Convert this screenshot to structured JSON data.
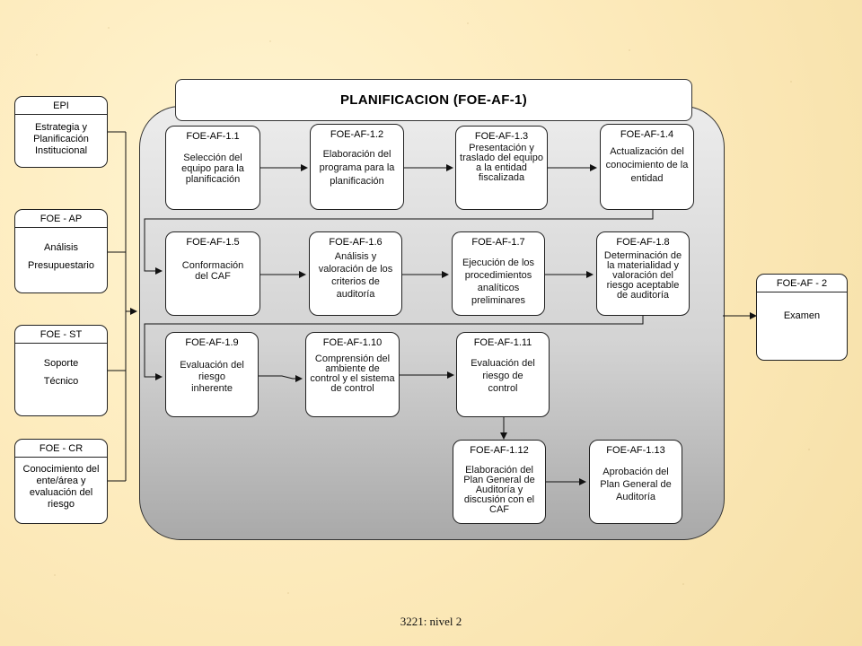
{
  "title": "PLANIFICACION  (FOE-AF-1)",
  "footer": "3221: nivel  2",
  "left_boxes": [
    {
      "code": "EPI",
      "text": "Estrategia y Planificación Institucional"
    },
    {
      "code": "FOE - AP",
      "text": "Análisis Presupuestario"
    },
    {
      "code": "FOE - ST",
      "text": "Soporte Técnico"
    },
    {
      "code": "FOE - CR",
      "text": "Conocimiento del ente/área y evaluación del riesgo"
    }
  ],
  "right_box": {
    "code": "FOE-AF  - 2",
    "text": "Examen"
  },
  "steps": [
    {
      "code": "FOE-AF-1.1",
      "text": "Selección del equipo para la planificación"
    },
    {
      "code": "FOE-AF-1.2",
      "text": "Elaboración del programa para la planificación"
    },
    {
      "code": "FOE-AF-1.3",
      "text": "Presentación y traslado del equipo a la entidad fiscalizada"
    },
    {
      "code": "FOE-AF-1.4",
      "text": "Actualización del conocimiento de la entidad"
    },
    {
      "code": "FOE-AF-1.5",
      "text": "Conformación del CAF"
    },
    {
      "code": "FOE-AF-1.6",
      "text": "Análisis y valoración de los criterios de auditoría"
    },
    {
      "code": "FOE-AF-1.7",
      "text": "Ejecución de los procedimientos analíticos preliminares"
    },
    {
      "code": "FOE-AF-1.8",
      "text": "Determinación de la materialidad y valoración del riesgo aceptable de auditoría"
    },
    {
      "code": "FOE-AF-1.9",
      "text": "Evaluación del riesgo inherente"
    },
    {
      "code": "FOE-AF-1.10",
      "text": "Comprensión del ambiente de control y el sistema de control"
    },
    {
      "code": "FOE-AF-1.11",
      "text": "Evaluación del riesgo de control"
    },
    {
      "code": "FOE-AF-1.12",
      "text": "Elaboración del Plan General de Auditoría y discusión con el CAF"
    },
    {
      "code": "FOE-AF-1.13",
      "text": "Aprobación del Plan General de Auditoría"
    }
  ]
}
